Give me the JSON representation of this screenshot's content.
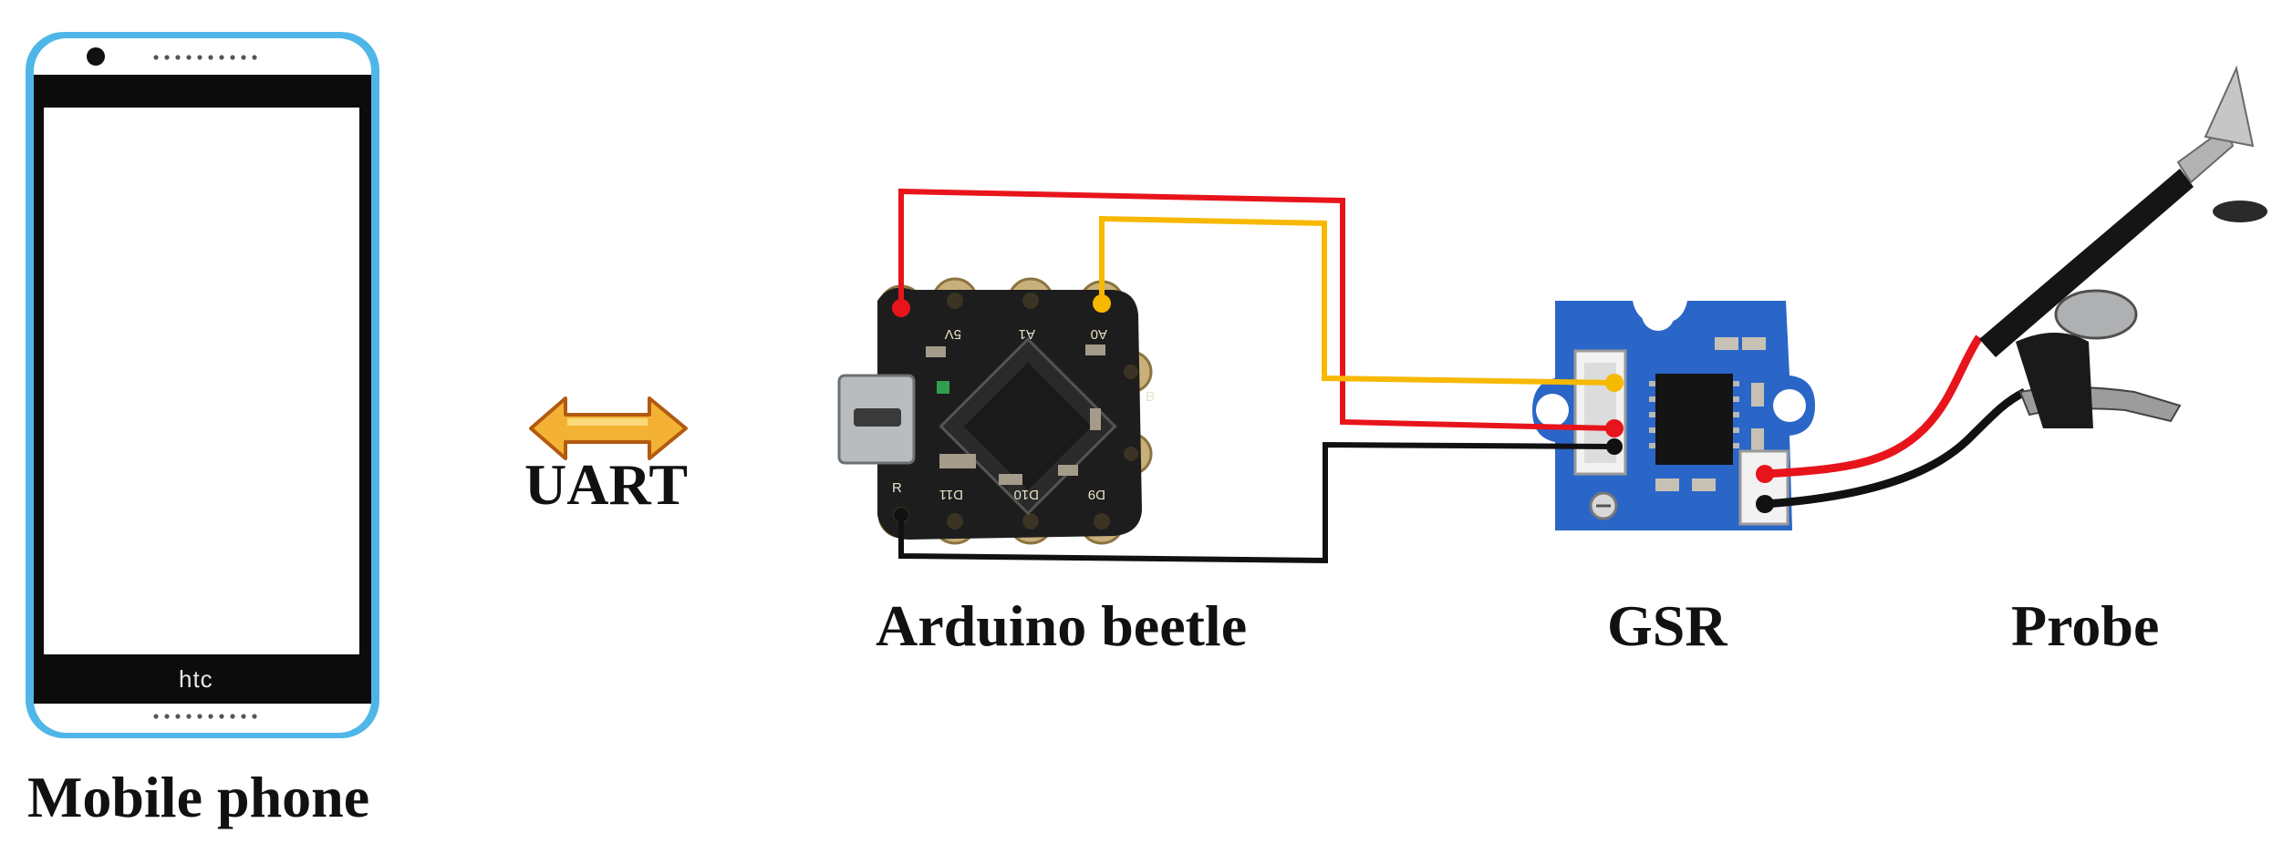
{
  "labels": {
    "phone": "Mobile phone",
    "link": "UART",
    "board": "Arduino beetle",
    "sensor": "GSR",
    "probe": "Probe"
  },
  "phone": {
    "brand": "htc"
  },
  "board_silkscreen": {
    "top_pins": [
      "5V",
      "A1",
      "A0"
    ],
    "bottom_pins": [
      "D11",
      "D10",
      "D9"
    ],
    "side_pins": [
      "R",
      "B"
    ]
  },
  "colors": {
    "wire_power": "#e8141b",
    "wire_signal": "#f7b800",
    "wire_ground": "#111111",
    "phone_frame": "#4fb7e8",
    "arrow_fill": "#f3b233",
    "arrow_stroke": "#b35a10",
    "board_pcb": "#1d1d1d",
    "board_pads": "#c9b07a",
    "gsr_pcb": "#2a66c8"
  }
}
